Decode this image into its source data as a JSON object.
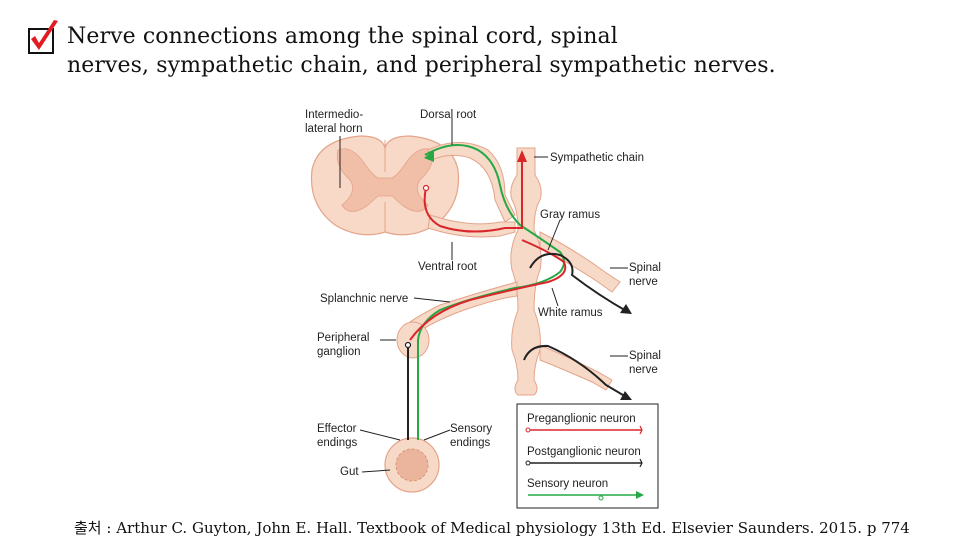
{
  "title": {
    "line1": "Nerve connections among the spinal cord, spinal",
    "line2": "nerves, sympathetic chain, and peripheral sympathetic nerves."
  },
  "labels": {
    "intermediolateral_1": "Intermedio-",
    "intermediolateral_2": "lateral horn",
    "dorsal_root": "Dorsal root",
    "sympathetic_chain": "Sympathetic chain",
    "gray_ramus": "Gray ramus",
    "ventral_root": "Ventral root",
    "spinal_nerve_1a": "Spinal",
    "spinal_nerve_1b": "nerve",
    "splanchnic_nerve": "Splanchnic nerve",
    "white_ramus": "White ramus",
    "peripheral_ganglion_1": "Peripheral",
    "peripheral_ganglion_2": "ganglion",
    "spinal_nerve_2a": "Spinal",
    "spinal_nerve_2b": "nerve",
    "effector_1": "Effector",
    "effector_2": "endings",
    "sensory_endings_1": "Sensory",
    "sensory_endings_2": "endings",
    "gut": "Gut"
  },
  "legend": [
    {
      "label": "Preganglionic neuron",
      "color": "#d9262b"
    },
    {
      "label": "Postganglionic neuron",
      "color": "#222222"
    },
    {
      "label": "Sensory neuron",
      "color": "#27a844"
    }
  ],
  "source": "출처 : Arthur C. Guyton, John E. Hall. Textbook of Medical physiology 13th Ed. Elsevier Saunders. 2015. p 774",
  "colors": {
    "tissue": "#f7d9c8",
    "tissue_stroke": "#e8a98e",
    "check": "#e11b22"
  }
}
